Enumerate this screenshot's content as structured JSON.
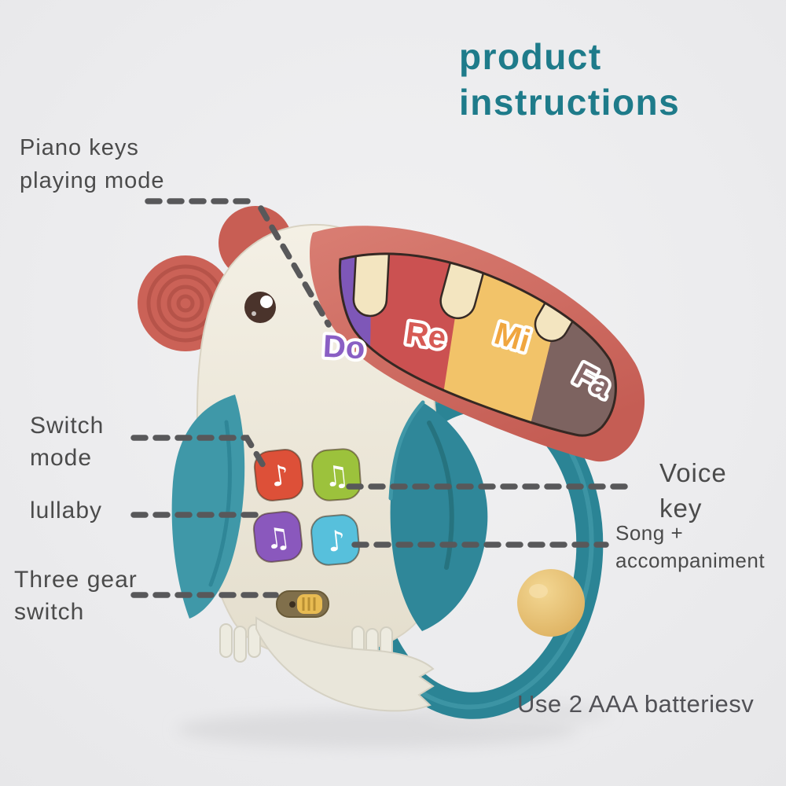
{
  "title": {
    "line1": "product",
    "line2": "instructions"
  },
  "annotations": {
    "piano_keys": {
      "line1": "Piano keys",
      "line2": "playing mode"
    },
    "switch_mode": {
      "line1": "Switch",
      "line2": "mode"
    },
    "lullaby": {
      "text": "lullaby"
    },
    "three_gear": {
      "line1": "Three gear",
      "line2": "switch"
    },
    "voice_key": {
      "line1": "Voice",
      "line2": "key"
    },
    "song_accompaniment": {
      "line1": "Song +",
      "line2": "accompaniment"
    },
    "battery_note": "Use 2 AAA batteriesv"
  },
  "toy": {
    "description": "toucan-shaped musical baby toy with piano-key beak, mode buttons, slider switch and teething ring handle",
    "piano_keys": [
      {
        "label": "Do",
        "color": "#7e57b8",
        "text_color": "#8a5fc4"
      },
      {
        "label": "Re",
        "color": "#cb5151",
        "text_color": "#d75b55"
      },
      {
        "label": "Mi",
        "color": "#f2c369",
        "text_color": "#f0a63f"
      },
      {
        "label": "Fa",
        "color": "#7d6360",
        "text_color": "#87696a"
      }
    ],
    "mode_buttons": [
      {
        "name": "switch-mode",
        "color": "#dd5038",
        "icon": "♪"
      },
      {
        "name": "voice-key",
        "color": "#9cc23c",
        "icon": "♫"
      },
      {
        "name": "lullaby",
        "color": "#8a58bd",
        "icon": "♫"
      },
      {
        "name": "song-accompaniment",
        "color": "#57c0dc",
        "icon": "♪"
      }
    ]
  },
  "colors": {
    "background": "#ececee",
    "title": "#1e7b8a",
    "label_text": "#4b4b4b",
    "connector": "#58585a",
    "beak": "#ce675e",
    "body": "#eee9dc",
    "wing_left": "#3f98a8",
    "wing_right": "#2f8799",
    "ring": "#2b8495",
    "bead": "#e5b969",
    "cream_key": "#f3e5c0",
    "slider_knob": "#e8bb52"
  }
}
